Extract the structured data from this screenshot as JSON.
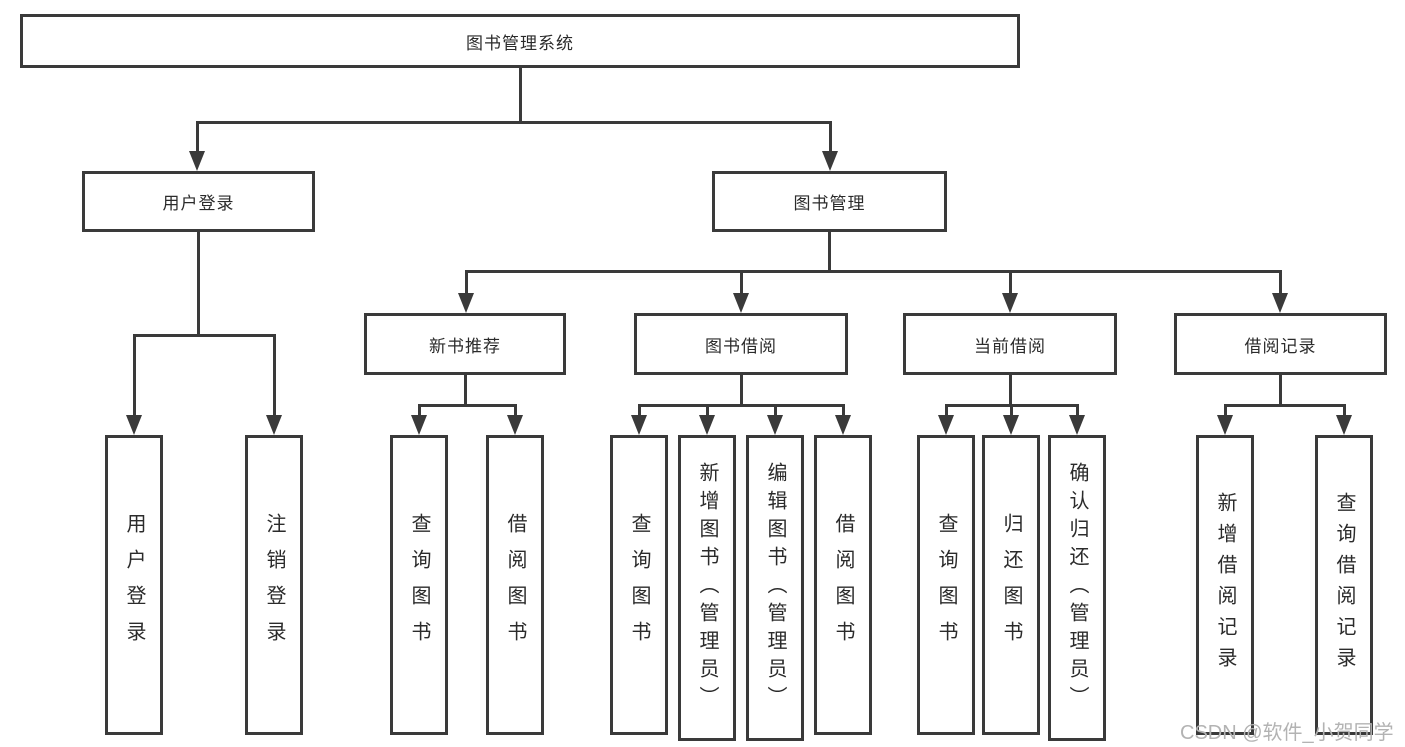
{
  "tree": {
    "label": "图书管理系统",
    "children": [
      {
        "label": "用户登录",
        "children": [
          {
            "label": "用户登录"
          },
          {
            "label": "注销登录"
          }
        ]
      },
      {
        "label": "图书管理",
        "children": [
          {
            "label": "新书推荐",
            "children": [
              {
                "label": "查询图书"
              },
              {
                "label": "借阅图书"
              }
            ]
          },
          {
            "label": "图书借阅",
            "children": [
              {
                "label": "查询图书"
              },
              {
                "label": "新增图书（管理员）"
              },
              {
                "label": "编辑图书（管理员）"
              },
              {
                "label": "借阅图书"
              }
            ]
          },
          {
            "label": "当前借阅",
            "children": [
              {
                "label": "查询图书"
              },
              {
                "label": "归还图书"
              },
              {
                "label": "确认归还（管理员）"
              }
            ]
          },
          {
            "label": "借阅记录",
            "children": [
              {
                "label": "新增借阅记录"
              },
              {
                "label": "查询借阅记录"
              }
            ]
          }
        ]
      }
    ]
  },
  "watermark": {
    "text": "CSDN @软件_小贺同学"
  },
  "colors": {
    "line": "#3a3a3a",
    "text": "#2b2b2b",
    "watermark": "#b3b3b3",
    "background": "#ffffff"
  }
}
